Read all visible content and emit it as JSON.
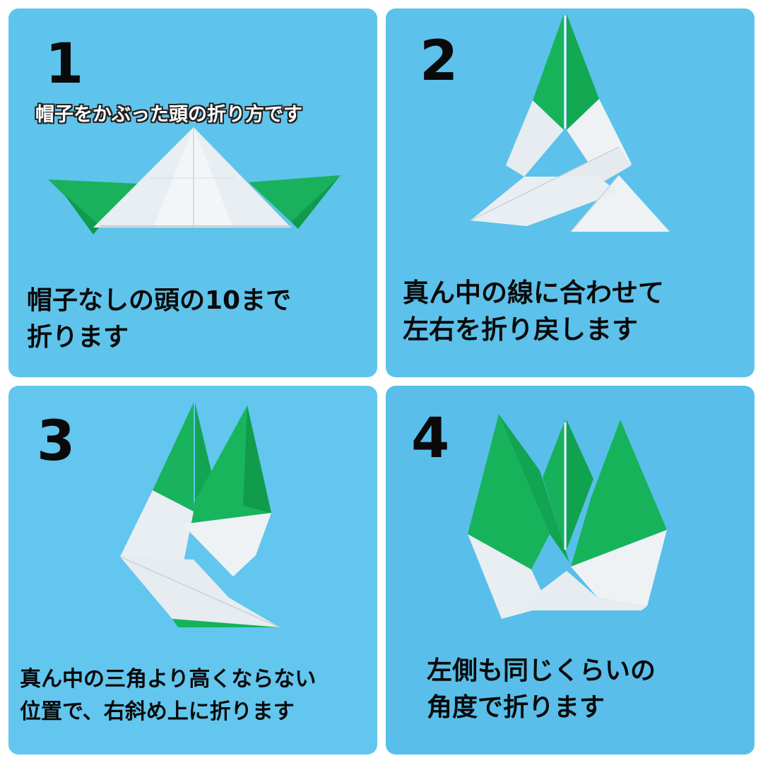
{
  "steps": [
    {
      "number": "1",
      "subtitle": "帽子をかぶった頭の折り方です",
      "caption_lines": [
        "帽子なしの頭の10まで",
        "折ります"
      ]
    },
    {
      "number": "2",
      "caption_lines": [
        "真ん中の線に合わせて",
        "左右を折り戻します"
      ]
    },
    {
      "number": "3",
      "caption_lines": [
        "真ん中の三角より高くならない",
        "位置で、右斜め上に折ります"
      ]
    },
    {
      "number": "4",
      "caption_lines": [
        "左側も同じくらいの",
        "角度で折ります"
      ]
    }
  ],
  "colors": {
    "background": "#5fc4ec",
    "paper_green": "#16b25a",
    "paper_white": "#e9eef2"
  }
}
